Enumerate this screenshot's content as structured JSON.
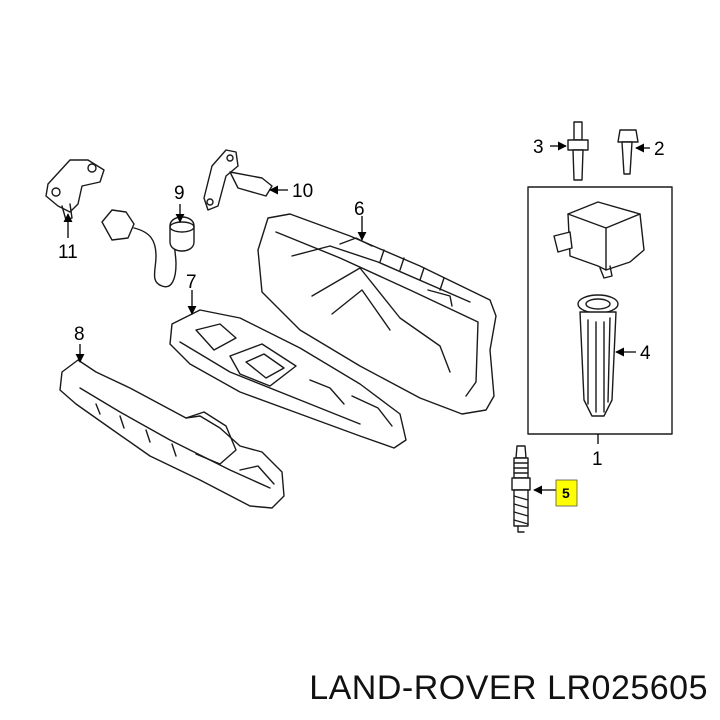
{
  "callouts": {
    "c1": "1",
    "c2": "2",
    "c3": "3",
    "c4": "4",
    "c5": "5",
    "c6": "6",
    "c7": "7",
    "c8": "8",
    "c9": "9",
    "c10": "10",
    "c11": "11"
  },
  "highlight": {
    "callout": "5",
    "color": "#ffff00"
  },
  "footer": {
    "brand": "LAND-ROVER",
    "part_number": "LR025605"
  }
}
